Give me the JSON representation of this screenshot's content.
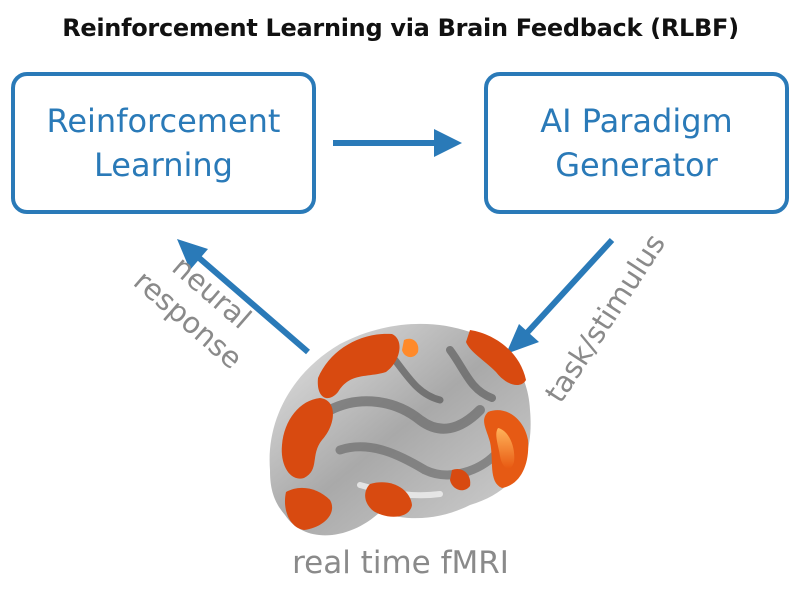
{
  "title": "Reinforcement Learning via Brain Feedback (RLBF)",
  "nodes": {
    "reinforcement_learning": {
      "line1": "Reinforcement",
      "line2": "Learning"
    },
    "ai_generator": {
      "line1": "AI Paradigm",
      "line2": "Generator"
    }
  },
  "edges": {
    "task_stimulus": {
      "label": "task/stimulus"
    },
    "neural_response": {
      "line1": "neural",
      "line2": "response"
    }
  },
  "caption": "real time fMRI",
  "colors": {
    "accent": "#2a7ab8",
    "label_gray": "#8a8a8a",
    "activation": "#d84a10",
    "activation_hot": "#ff8a2a",
    "cortex_light": "#d4d4d4",
    "cortex_dark": "#6e6e6e"
  }
}
